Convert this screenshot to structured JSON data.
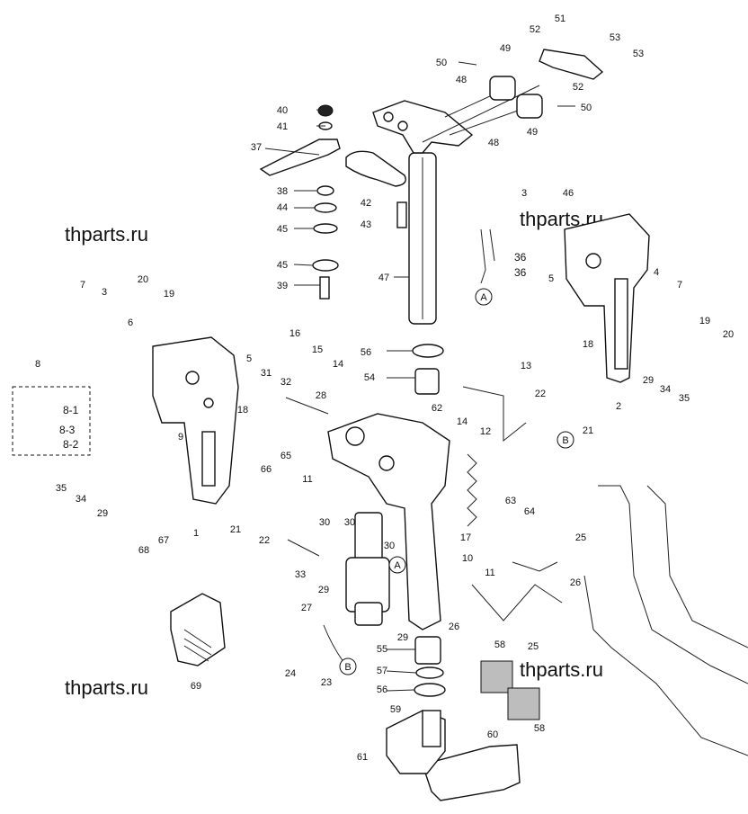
{
  "watermarks": [
    "thparts.ru",
    "thparts.ru",
    "thparts.ru",
    "thparts.ru"
  ],
  "part_numbers": [
    "1",
    "2",
    "3",
    "4",
    "5",
    "6",
    "7",
    "8",
    "8-1",
    "8-2",
    "8-3",
    "9",
    "10",
    "11",
    "12",
    "13",
    "14",
    "15",
    "16",
    "17",
    "18",
    "19",
    "20",
    "21",
    "22",
    "23",
    "24",
    "25",
    "26",
    "27",
    "28",
    "29",
    "30",
    "31",
    "32",
    "33",
    "34",
    "35",
    "36",
    "37",
    "38",
    "39",
    "40",
    "41",
    "42",
    "43",
    "44",
    "45",
    "46",
    "47",
    "48",
    "49",
    "50",
    "51",
    "52",
    "53",
    "54",
    "55",
    "56",
    "57",
    "58",
    "59",
    "60",
    "61",
    "62",
    "63",
    "64",
    "65",
    "66",
    "67",
    "68",
    "69"
  ],
  "connector_refs": [
    "A",
    "B"
  ]
}
